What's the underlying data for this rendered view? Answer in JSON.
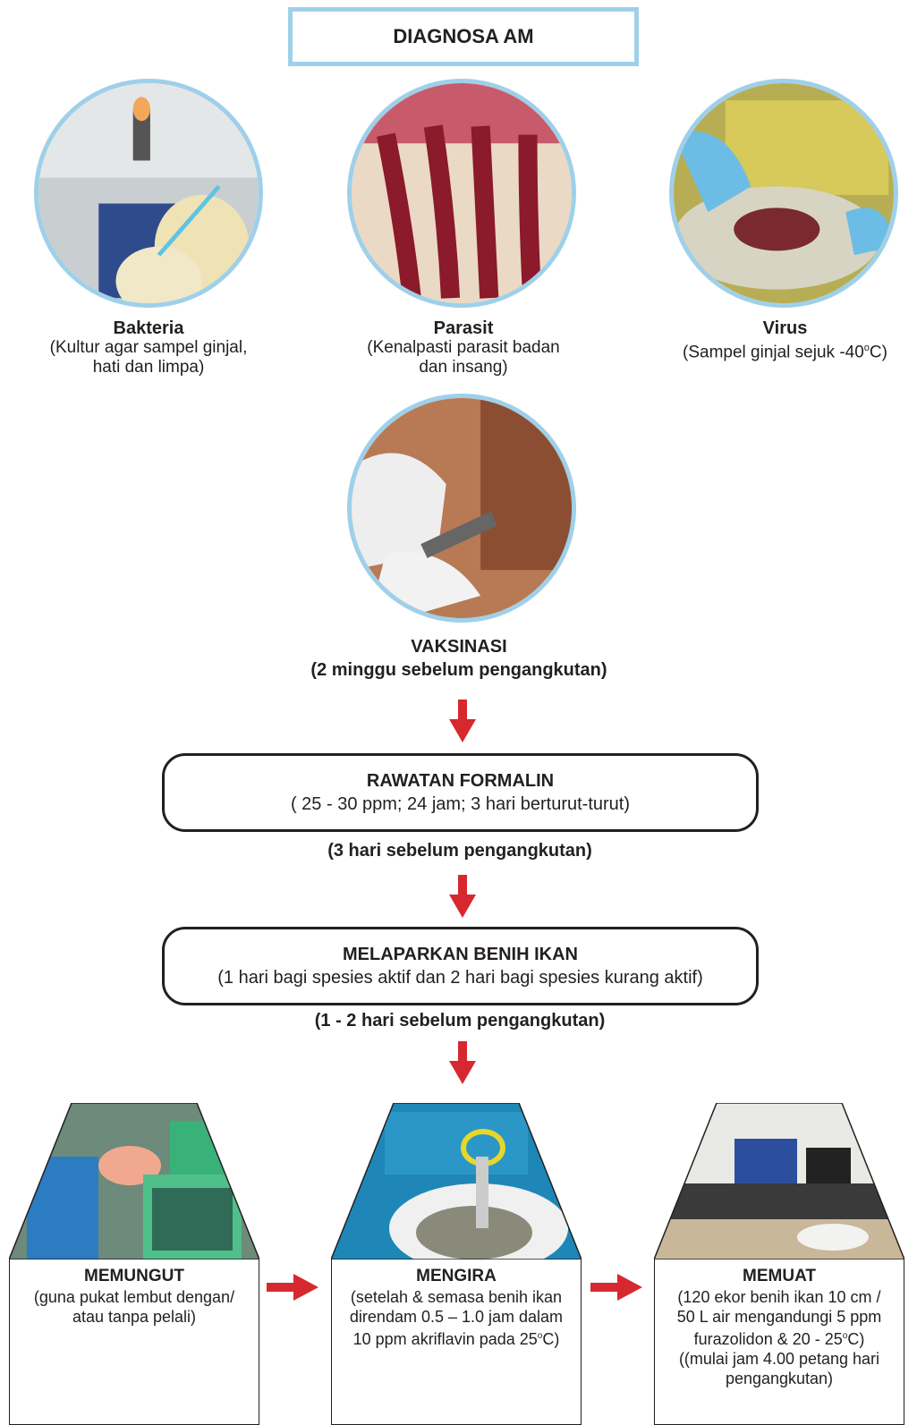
{
  "title": "DIAGNOSA AM",
  "diagnoses": [
    {
      "name": "Bakteria",
      "detail_lines": [
        "(Kultur agar sampel ginjal,",
        "hati dan limpa)"
      ]
    },
    {
      "name": "Parasit",
      "detail_lines": [
        "(Kenalpasti parasit badan",
        "dan insang)"
      ]
    },
    {
      "name": "Virus",
      "detail_pre": "(Sampel ginjal sejuk -40",
      "detail_sup": "o",
      "detail_post": "C)"
    }
  ],
  "vaccination": {
    "name": "VAKSINASI",
    "timing": "(2 minggu sebelum pengangkutan)"
  },
  "formalin": {
    "name": "RAWATAN FORMALIN",
    "detail": "( 25 - 30 ppm; 24 jam; 3 hari berturut-turut)",
    "timing": "(3 hari sebelum pengangkutan)"
  },
  "starving": {
    "name": "MELAPARKAN BENIH IKAN",
    "detail": "(1 hari bagi spesies aktif dan 2 hari bagi spesies kurang aktif)",
    "timing": "(1 - 2 hari sebelum pengangkutan)"
  },
  "process_steps": [
    {
      "name": "MEMUNGUT",
      "lines": [
        "(guna pukat lembut dengan/",
        "atau tanpa pelali)"
      ]
    },
    {
      "name": "MENGIRA",
      "lines": [
        "(setelah & semasa benih ikan",
        "direndam 0.5 – 1.0 jam dalam",
        "10 ppm akriflavin pada 25"
      ],
      "sup": "o",
      "post": "C)"
    },
    {
      "name": "MEMUAT",
      "lines": [
        "(120 ekor benih ikan 10 cm /",
        "50 L air mengandungi 5 ppm"
      ],
      "line3_pre": "furazolidon & 20 -  25",
      "line3_sup": "o",
      "line3_post": "C)",
      "lines_after": [
        "((mulai jam 4.00 petang hari",
        "pengangkutan)"
      ]
    }
  ],
  "colors": {
    "accent_border": "#9fd0ea",
    "arrow": "#d7282f",
    "text": "#231f20"
  }
}
